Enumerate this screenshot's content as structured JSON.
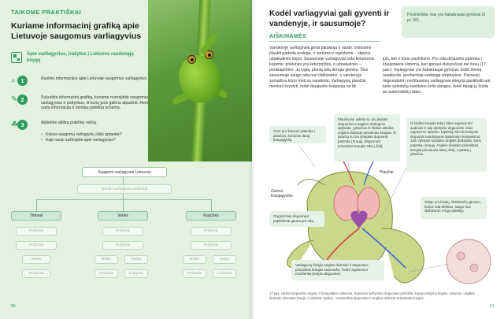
{
  "left_page": {
    "section_tag": "TAIKOME PRAKTIŠKAI",
    "title": "Kuriame informacinį grafiką apie Lietuvoje saugomus varliagyvius",
    "resource": "Apie varliagyvius, įrašytus į Lietuvos raudonąją knygą",
    "steps": [
      {
        "number": "1",
        "text": "Raskite informacijos apie Lietuvoje saugomus varliagyvius."
      },
      {
        "number": "2",
        "text": "Sukurkite informacinį grafiką, kuriame nurodykite saugomus varliagyvius ir požymius, iš kurių juos galima atpažinti. Remkitės rasta informacija ir žemiau pateikta schema."
      },
      {
        "number": "3",
        "text": "Aptarkite atliktą praktinę veiklą."
      }
    ],
    "bullets": [
      "Kokius saugomų varliagyvių rūšis aptarėte?",
      "Kaip naujo sužinojote apie varliagyvius?"
    ],
    "diagram": {
      "root": "Saugomi varliagyviai Lietuvoje",
      "common": "Bendri varliagyvių požymiai",
      "groups": [
        "Tritonai",
        "Varlės",
        "Rupūžės"
      ],
      "feature": "Požymis",
      "species": "Rūšis"
    },
    "page_number": "50"
  },
  "right_page": {
    "title": "Kodėl varliagyviai gali gyventi ir vandenyje, ir sausumoje?",
    "subtitle": "AIŠKINAMĖS",
    "remember": "Prisiminkite, kas yra šaltakraujai gyvūnai (3 pr. 50).",
    "para_left": "Vandenyje varliagyviai gerai plaukioja ir nardo, tritonams plaukti padeda uodega, o varlėms ir rupūžėms – stiprios užpakalinės kojos. Sausumoje varliagyviai juda keturiomis kojomis: priekinės yra keturpirštės, o užpakalinės – penkiapirštės. Jų lygią, plonią odą dengia gleivės. Šios sausumoje saugo odą nuo išdžiūvimo, o vandenyje sumažina kūno trintį su vandeniu. Varliagyvių plaučiai menkai išvystyti, todėl dauguelis kvėpuoja ne tik",
    "para_right": "juis, bet ir kūno paviršiumi. Pro odą deguonis patenka į kraujotakos sistemą, kuri genaui išsivysčiusi nei žuvų (17 pav.). Varliagyviai yra šaltakraujai gyvūnai, todėl žiemą neaktyvūs, peržiemoja susitingę slėptuvėse. Pavasarį migruodami į nerštavietes varliagyviai miegrta pasiklydti ant kelio spindulių susidytos kelio dangos, todėl daugį jų žūsta po automobilių ratais.",
    "callouts": [
      "Oras pro šnerves patenka į plaučius, kuriuose daug kraujagyslių.",
      "Plaučiuose vyksta su oru įkvėpto deguonies ir anglies dvideginio apykaita: į plaučius iš širdies atitekia anglies dioksido prisotintas kraujas. Iš plaučių su oru įkvėptas deguonis patenka į kraują. Deguonies prisotintas kraujas teka į širdį.",
      "Iš širdies kraujas teka į kitus organus bei audinius ir taip aprūpina deguonimi visas organizmo ląsteles. Ląstelių mitochondrijose deguonis naudojamas ląsteliniam kvėpavimui. Jam vykstant susidaro anglies dioksidas, kuris patenka į kraują. Anglies dioksido prisotintas kraujas pirmiausia teka į širdį, o paskui į plaučius.",
      "Organizmas deguonies papildomai gauna pro odą.",
      "Odoje yra liaukų, išskiriančių gleives, kurios odą drėkina, saugo nuo išdžiūvimo ir ligų sukėlėjų.",
      "Varliagyvių širdyje anglies dioksido ir deguonies prisotintas kraujas susimaišo. Todėl organizmui neužtenka įkvėpto deguonies."
    ],
    "labels": [
      "Plaučiai",
      "Galvos kraujagyslės"
    ],
    "caption": "17 pav. Varlės kvėpavimo organų ir kraujotakos sistemos. Raudonai pažymėta deguonies prisotinto kraujo tekėjimo kryptis, mėlynai – anglies dioksido prisotinto kraujo, o violetine spalva – susimaišęs deguonies ir anglies dioksido prisotintas kraujas.",
    "page_number": "51"
  },
  "colors": {
    "accent": "#2e9b5d",
    "left_background": "#e3f1df",
    "callout": "#e6f2e8"
  }
}
